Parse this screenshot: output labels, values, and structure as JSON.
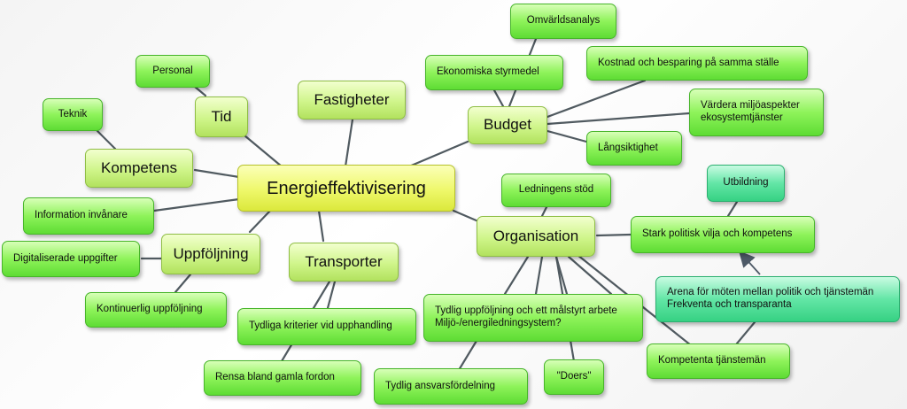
{
  "diagram": {
    "center": "Energieffektivisering",
    "topics": {
      "fastigheter": "Fastigheter",
      "tid": "Tid",
      "kompetens": "Kompetens",
      "uppfoljning": "Uppföljning",
      "transporter": "Transporter",
      "budget": "Budget",
      "organisation": "Organisation"
    },
    "leaves": {
      "personal": "Personal",
      "teknik": "Teknik",
      "information_invanare": "Information invånare",
      "digitaliserade_uppgifter": "Digitaliserade uppgifter",
      "kontinuerlig_uppfoljning": "Kontinuerlig uppföljning",
      "tydliga_kriterier": "Tydliga kriterier vid upphandling",
      "rensa_fordon": "Rensa bland gamla fordon",
      "omvarldsanalys": "Omvärldsanalys",
      "ekonomiska_styrmedel": "Ekonomiska styrmedel",
      "kostnad_besparing": "Kostnad och besparing på samma ställe",
      "vardera_miljo": "Värdera miljöaspekter\nekosystemtjänster",
      "langsiktighet": "Långsiktighet",
      "ledningens_stod": "Ledningens stöd",
      "utbildning": "Utbildning",
      "stark_politisk": "Stark politisk vilja och kompetens",
      "arena": "Arena för möten mellan politik och tjänstemän\nFrekventa och transparanta",
      "tydlig_uppfoljning": "Tydlig uppföljning och ett målstyrt arbete\nMiljö-/energiledningsystem?",
      "kompetenta_tjansteman": "Kompetenta tjänstemän",
      "doers": "\"Doers\"",
      "tydlig_ansvar": "Tydlig ansvarsfördelning"
    }
  }
}
